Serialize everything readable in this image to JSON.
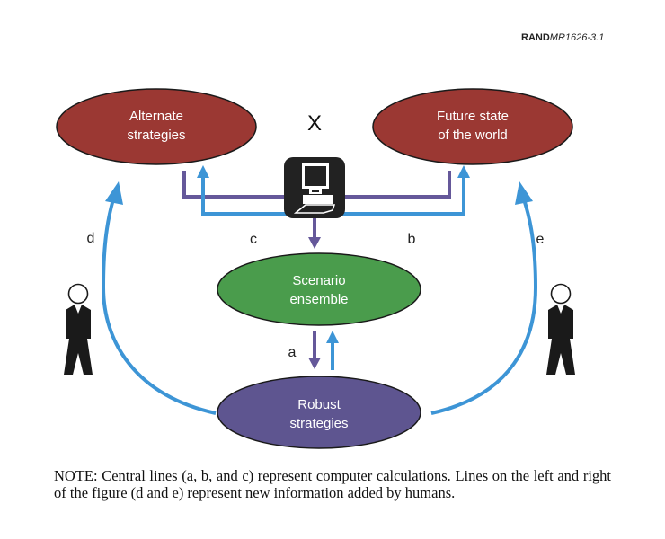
{
  "figure_ref": {
    "prefix": "RAND",
    "code": "MR1626-3.1"
  },
  "colors": {
    "red_node": "#9b3833",
    "green_node": "#4a9c4c",
    "purple_node": "#5e5590",
    "purple_line": "#65589a",
    "blue_line": "#3d95d6",
    "outline": "#1a1a1a"
  },
  "nodes": {
    "alternate_strategies": {
      "line1": "Alternate",
      "line2": "strategies"
    },
    "future_state": {
      "line1": "Future state",
      "line2": "of the world"
    },
    "scenario_ensemble": {
      "line1": "Scenario",
      "line2": "ensemble"
    },
    "robust_strategies": {
      "line1": "Robust",
      "line2": "strategies"
    }
  },
  "operator": "X",
  "line_labels": {
    "a": "a",
    "b": "b",
    "c": "c",
    "d": "d",
    "e": "e"
  },
  "icons": {
    "computer": "computer-icon",
    "human_left": "human-figure-icon",
    "human_right": "human-figure-icon"
  },
  "note": "NOTE:  Central lines (a, b, and c) represent computer calculations.  Lines on the left and  right of the figure (d and e) represent new information added by humans."
}
